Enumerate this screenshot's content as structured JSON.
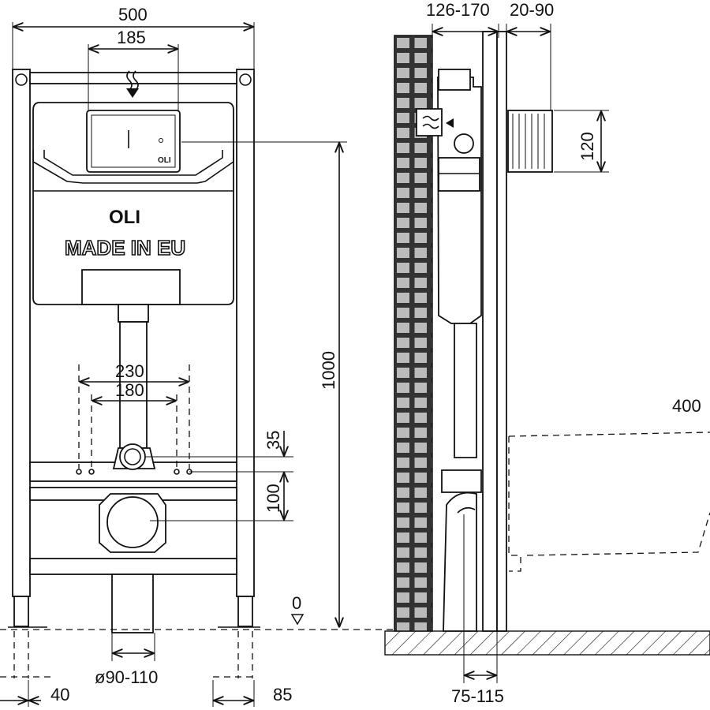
{
  "front_view": {
    "dim_frame_width": "500",
    "dim_button_width": "185",
    "dim_bolt_outer": "230",
    "dim_bolt_inner": "180",
    "dim_upper_offset": "35",
    "dim_pipe_offset": "100",
    "dim_height": "1000",
    "dim_zero": "0",
    "dim_pipe_diameter": "ø90-110",
    "dim_foot_left": "40",
    "dim_foot_right": "85",
    "brand_logo": "OLI",
    "brand_text": "MADE IN EU",
    "button_logo": "OLI"
  },
  "side_view": {
    "dim_wall_depth": "126-170",
    "dim_panel_depth": "20-90",
    "dim_inlet_height": "120",
    "dim_bowl_projection": "400",
    "dim_base_depth": "75-115"
  }
}
